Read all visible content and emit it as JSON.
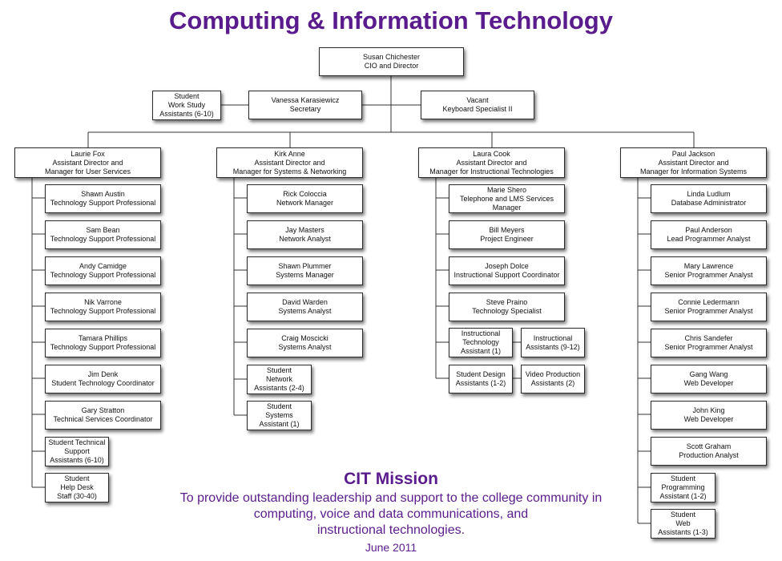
{
  "title": "Computing & Information Technology",
  "chief": {
    "name": "Susan Chichester",
    "title": "CIO and Director"
  },
  "student_work_study": {
    "lines": [
      "Student",
      "Work Study",
      "Assistants (6-10)"
    ]
  },
  "secretary": {
    "name": "Vanessa Karasiewicz",
    "title": "Secretary"
  },
  "keyboard": {
    "name": "Vacant",
    "title": "Keyboard Specialist II"
  },
  "departments": [
    {
      "head": {
        "lines": [
          "Laurie Fox",
          "Assistant Director and",
          "Manager for User Services"
        ]
      },
      "staff": [
        {
          "lines": [
            "Shawn Austin",
            "Technology Support Professional"
          ]
        },
        {
          "lines": [
            "Sam Bean",
            "Technology Support Professional"
          ]
        },
        {
          "lines": [
            "Andy Camidge",
            "Technology Support Professional"
          ]
        },
        {
          "lines": [
            "Nik Varrone",
            "Technology Support Professional"
          ]
        },
        {
          "lines": [
            "Tamara Phillips",
            "Technology Support Professional"
          ]
        },
        {
          "lines": [
            "Jim Denk",
            "Student Technology Coordinator"
          ]
        },
        {
          "lines": [
            "Gary Stratton",
            "Technical Services Coordinator"
          ]
        },
        {
          "lines": [
            "Student Technical",
            "Support",
            "Assistants (6-10)"
          ]
        },
        {
          "lines": [
            "Student",
            "Help Desk",
            "Staff (30-40)"
          ]
        }
      ]
    },
    {
      "head": {
        "lines": [
          "Kirk Anne",
          "Assistant Director and",
          "Manager for Systems & Networking"
        ]
      },
      "staff": [
        {
          "lines": [
            "Rick Coloccia",
            "Network Manager"
          ]
        },
        {
          "lines": [
            "Jay Masters",
            "Network Analyst"
          ]
        },
        {
          "lines": [
            "Shawn Plummer",
            "Systems Manager"
          ]
        },
        {
          "lines": [
            "David Warden",
            "Systems Analyst"
          ]
        },
        {
          "lines": [
            "Craig Moscicki",
            "Systems Analyst"
          ]
        },
        {
          "lines": [
            "Student",
            "Network",
            "Assistants (2-4)"
          ]
        },
        {
          "lines": [
            "Student",
            "Systems",
            "Assistant (1)"
          ]
        }
      ]
    },
    {
      "head": {
        "lines": [
          "Laura Cook",
          "Assistant Director and",
          "Manager for Instructional Technologies"
        ]
      },
      "staff": [
        {
          "lines": [
            "Marie Shero",
            "Telephone and LMS Services",
            "Manager"
          ]
        },
        {
          "lines": [
            "Bill Meyers",
            "Project Engineer"
          ]
        },
        {
          "lines": [
            "Joseph Dolce",
            "Instructional Support Coordinator"
          ]
        },
        {
          "lines": [
            "Steve Praino",
            "Technology Specialist"
          ]
        },
        {
          "lines": [
            "Instructional",
            "Technology",
            "Assistant (1)"
          ]
        },
        {
          "lines": [
            "Student Design",
            "Assistants (1-2)"
          ]
        },
        {
          "lines": [
            "Instructional",
            "Assistants (9-12)"
          ]
        },
        {
          "lines": [
            "Video Production",
            "Assistants (2)"
          ]
        }
      ]
    },
    {
      "head": {
        "lines": [
          "Paul Jackson",
          "Assistant Director and",
          "Manager for Information Systems"
        ]
      },
      "staff": [
        {
          "lines": [
            "Linda Ludlum",
            "Database Administrator"
          ]
        },
        {
          "lines": [
            "Paul Anderson",
            "Lead Programmer Analyst"
          ]
        },
        {
          "lines": [
            "Mary Lawrence",
            "Senior Programmer Analyst"
          ]
        },
        {
          "lines": [
            "Connie Ledermann",
            "Senior Programmer Analyst"
          ]
        },
        {
          "lines": [
            "Chris Sandefer",
            "Senior Programmer Analyst"
          ]
        },
        {
          "lines": [
            "Gang Wang",
            "Web Developer"
          ]
        },
        {
          "lines": [
            "John King",
            "Web Developer"
          ]
        },
        {
          "lines": [
            "Scott Graham",
            "Production Analyst"
          ]
        },
        {
          "lines": [
            "Student",
            "Programming",
            "Assistant (1-2)"
          ]
        },
        {
          "lines": [
            "Student",
            "Web",
            "Assistants (1-3)"
          ]
        }
      ]
    }
  ],
  "mission": {
    "title": "CIT Mission",
    "lines": [
      "To provide outstanding leadership and support to the college community in",
      "computing, voice and data communications, and",
      "instructional technologies."
    ]
  },
  "date": "June 2011"
}
